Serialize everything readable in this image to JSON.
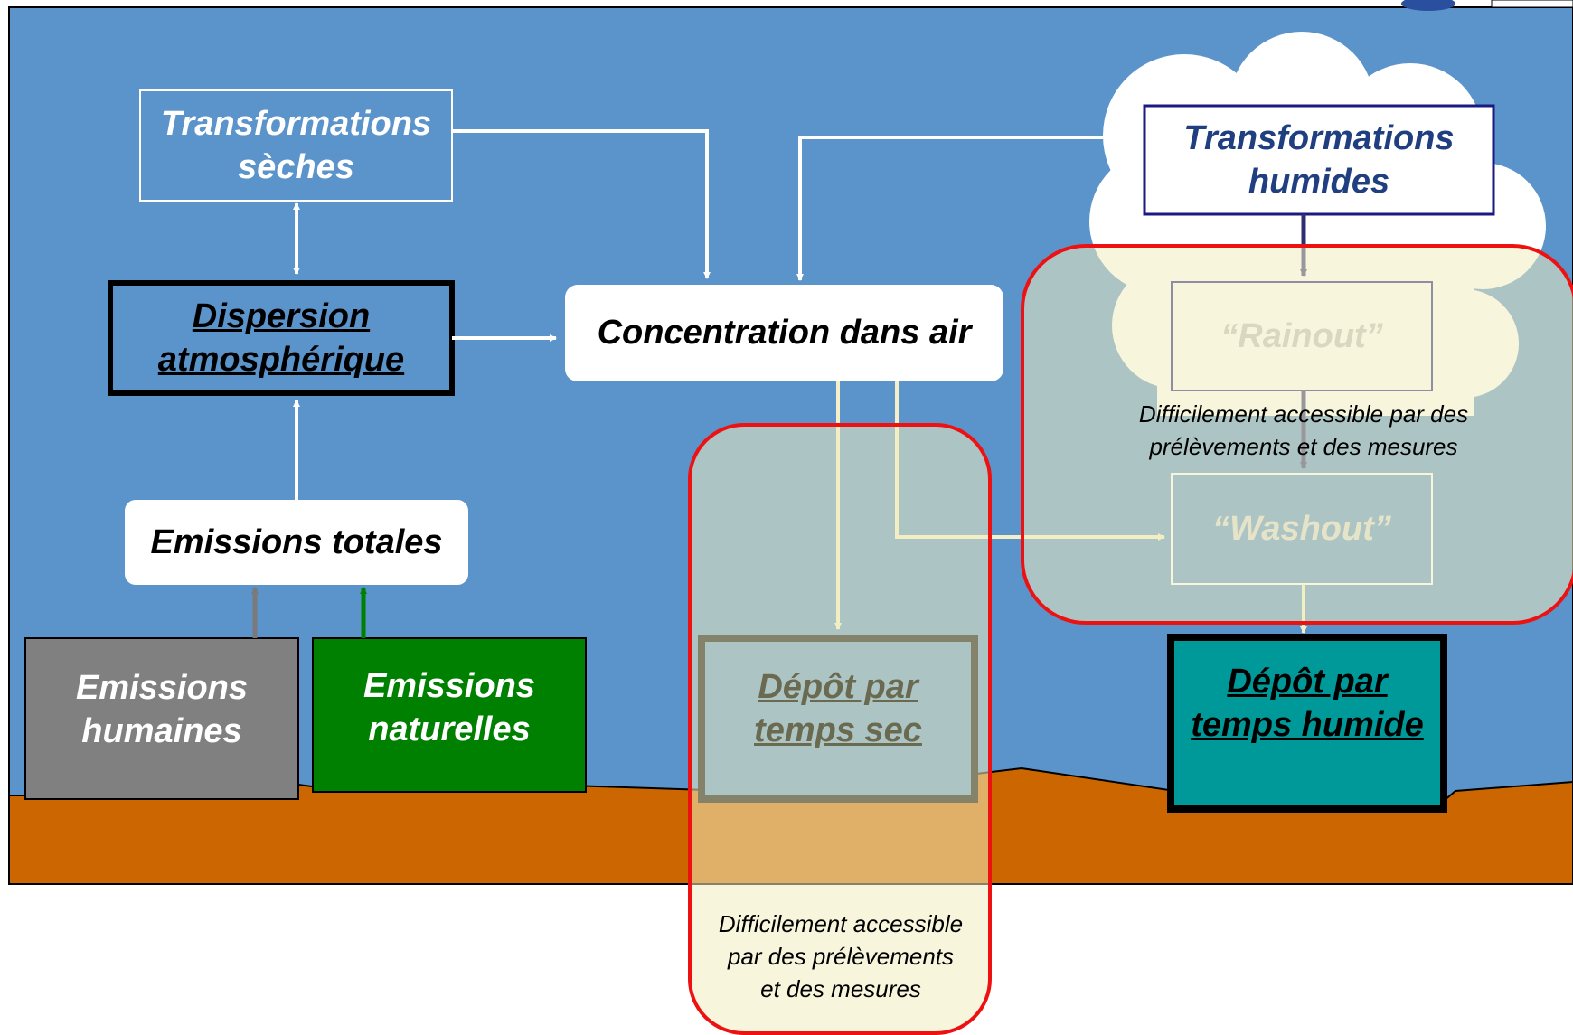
{
  "nodes": {
    "transformations_seches": [
      "Transformations",
      "sèches"
    ],
    "transformations_humides": [
      "Transformations",
      "humides"
    ],
    "dispersion": [
      "Dispersion",
      "atmosphérique"
    ],
    "concentration": "Concentration dans air",
    "emissions_totales": "Emissions totales",
    "emissions_humaines": [
      "Emissions",
      "humaines"
    ],
    "emissions_naturelles": [
      "Emissions",
      "naturelles"
    ],
    "rainout": "“Rainout”",
    "washout": "“Washout”",
    "depot_sec": [
      "Dépôt par",
      "temps sec"
    ],
    "depot_humide": [
      "Dépôt par",
      "temps humide"
    ]
  },
  "notes": {
    "wet_inaccessible": [
      "Difficilement accessible par des",
      "prélèvements et des mesures"
    ],
    "dry_inaccessible": [
      "Difficilement accessible",
      "par des prélèvements",
      "et des mesures"
    ]
  },
  "colors": {
    "sky": "#5b93cb",
    "ground": "#cc6600",
    "emissions_humaines": "#808080",
    "emissions_naturelles": "#008000",
    "depot_humide": "#009999",
    "highlight_border": "#ee1111",
    "overlay_fill": "#f1ecc0",
    "cloud": "#ffffff",
    "wet_box_border": "#1a1a80"
  }
}
